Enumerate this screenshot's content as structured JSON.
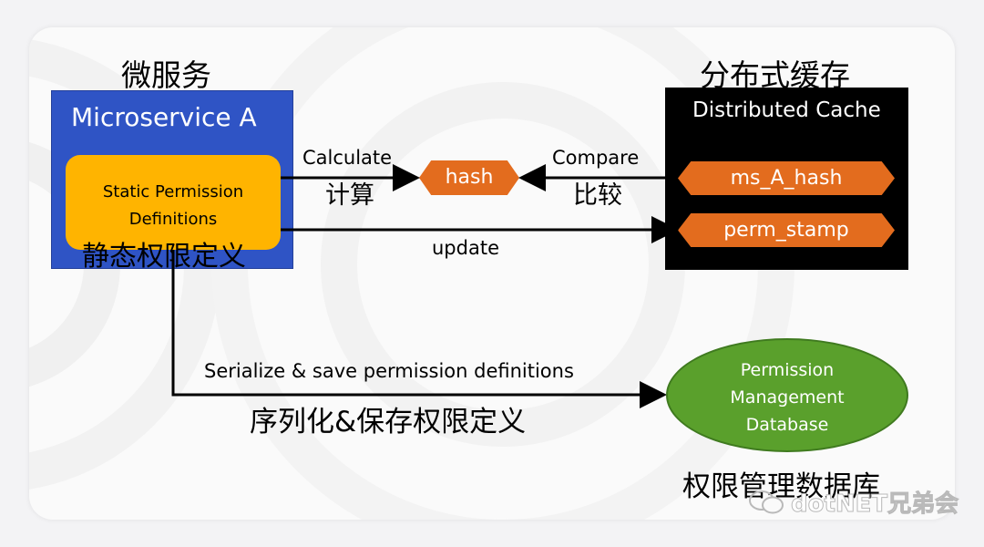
{
  "microservice": {
    "cn_title": "微服务",
    "title": "Microservice A",
    "perm_label_line1": "Static Permission",
    "perm_label_line2": "Definitions",
    "perm_cn": "静态权限定义"
  },
  "cache": {
    "cn_title": "分布式缓存",
    "title": "Distributed Cache",
    "key1": "ms_A_hash",
    "key2": "perm_stamp"
  },
  "hash_label": "hash",
  "arrows": {
    "calculate": "Calculate",
    "calculate_cn": "计算",
    "compare": "Compare",
    "compare_cn": "比较",
    "update": "update",
    "serialize": "Serialize & save permission definitions",
    "serialize_cn": "序列化&保存权限定义"
  },
  "database": {
    "line1": "Permission",
    "line2": "Management",
    "line3": "Database",
    "cn": "权限管理数据库"
  },
  "watermark": "dotNET兄弟会",
  "colors": {
    "service_blue": "#2f54c5",
    "permission_yellow": "#ffb400",
    "hash_orange": "#e36c1e",
    "cache_black": "#000000",
    "database_green": "#5aa02c"
  }
}
